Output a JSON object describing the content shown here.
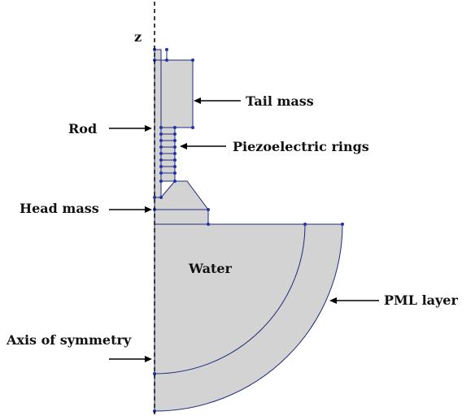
{
  "diagram": {
    "axis_label": "z",
    "labels": {
      "tail_mass": "Tail mass",
      "rod": "Rod",
      "piezoelectric_rings": "Piezoelectric rings",
      "head_mass": "Head mass",
      "water": "Water",
      "pml_layer": "PML layer",
      "axis_of_symmetry": "Axis of symmetry"
    },
    "piezo_ring_count": 8,
    "colors": {
      "domain_fill": "#d3d3d3",
      "boundary": "#1e2a7a",
      "vertex": "#2233aa",
      "annotation": "#000000"
    }
  }
}
